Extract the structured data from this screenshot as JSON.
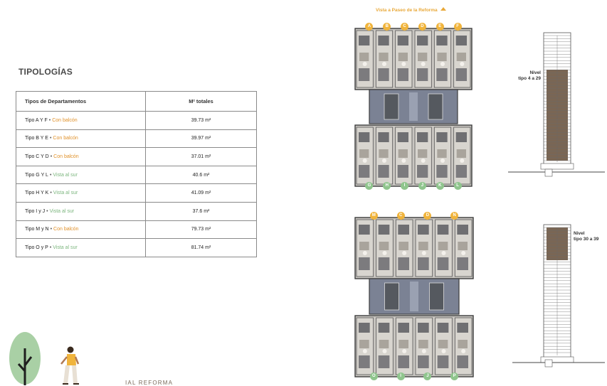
{
  "section_title": "TIPOLOGÍAS",
  "table": {
    "headers": [
      "Tipos de Departamentos",
      "M² totales"
    ],
    "rows": [
      {
        "tipo": "Tipo A Y F",
        "feature": "Con balcón",
        "feature_type": "balcon",
        "area": "39.73 m²"
      },
      {
        "tipo": "Tipo B Y E",
        "feature": "Con balcón",
        "feature_type": "balcon",
        "area": "39.97 m²"
      },
      {
        "tipo": "Tipo C Y D",
        "feature": "Con balcón",
        "feature_type": "balcon",
        "area": "37.01 m²"
      },
      {
        "tipo": "Tipo G Y L",
        "feature": "Vista al sur",
        "feature_type": "sur",
        "area": "40.6 m²"
      },
      {
        "tipo": "Tipo H Y K",
        "feature": "Vista al sur",
        "feature_type": "sur",
        "area": "41.09 m²"
      },
      {
        "tipo": "Tipo I y J",
        "feature": "Vista al sur",
        "feature_type": "sur",
        "area": "37.6 m²"
      },
      {
        "tipo": "Tipo M y N",
        "feature": "Con balcón",
        "feature_type": "balcon",
        "area": "79.73 m²"
      },
      {
        "tipo": "Tipo O y P",
        "feature": "Vista al sur",
        "feature_type": "sur",
        "area": "81.74 m²"
      }
    ]
  },
  "plan_top": {
    "heading": "Vista a Paseo de la Reforma",
    "top_markers": [
      "A",
      "B",
      "C",
      "D",
      "E",
      "F"
    ],
    "bottom_markers": [
      "G",
      "H",
      "I",
      "J",
      "K",
      "L"
    ]
  },
  "plan_bottom": {
    "top_markers": [
      "M",
      "C",
      "D",
      "N"
    ],
    "bottom_markers": [
      "O",
      "I",
      "J",
      "P"
    ]
  },
  "tower_top": {
    "label_line1": "Nivel",
    "label_line2": "tipo 4 a 29"
  },
  "tower_bottom": {
    "label_line1": "Nivel",
    "label_line2": "tipo 30 a 39"
  },
  "footer": "IAL REFORMA",
  "colors": {
    "balcon": "#e0912a",
    "sur": "#7cb67e",
    "marker_orange": "#f0b43c",
    "marker_green": "#8fc58d"
  }
}
